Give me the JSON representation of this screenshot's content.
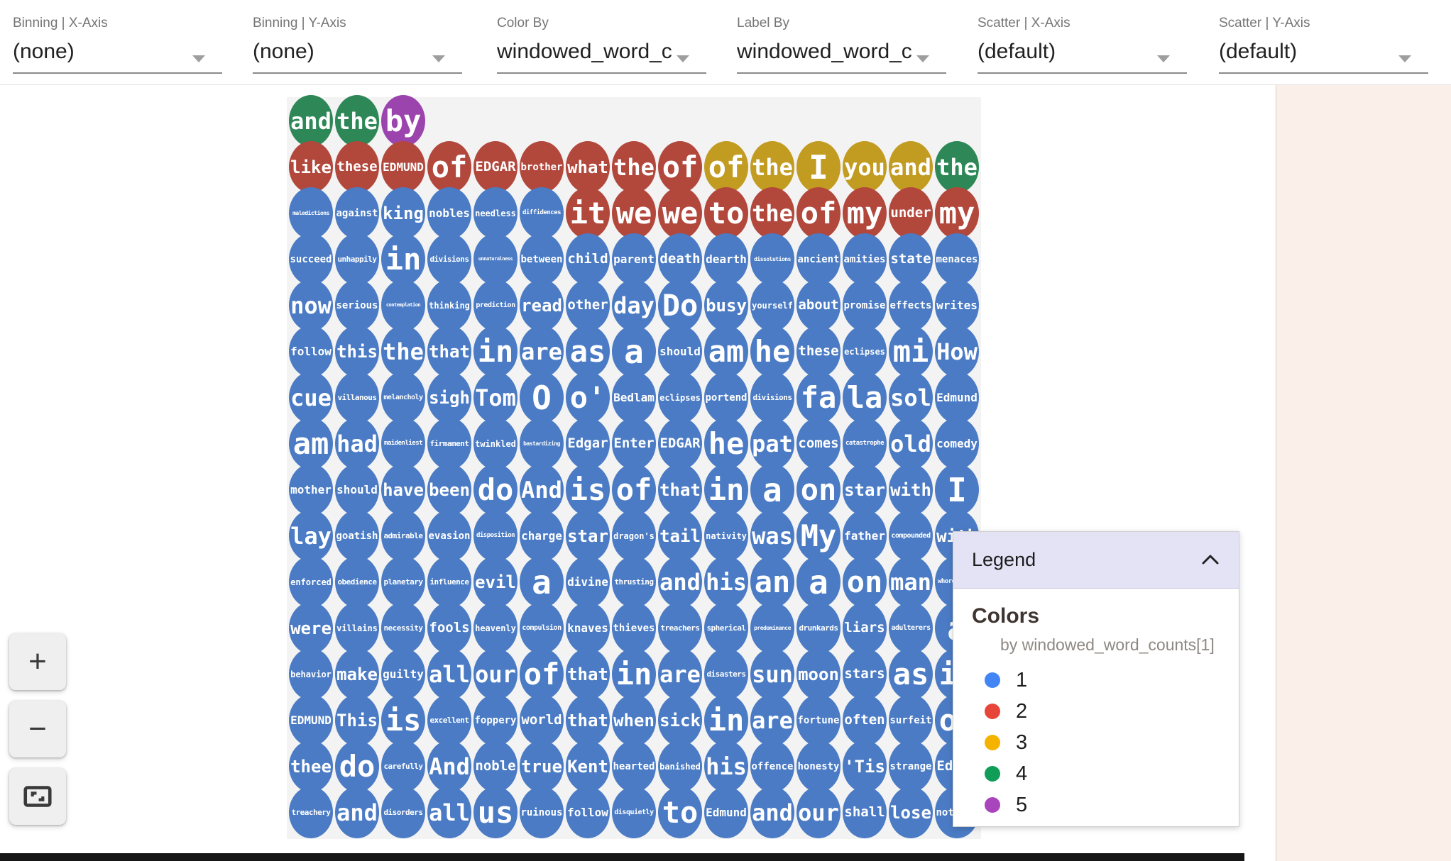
{
  "toolbar": {
    "dropdowns": [
      {
        "name": "binning-x-axis",
        "label": "Binning | X-Axis",
        "value": "(none)"
      },
      {
        "name": "binning-y-axis",
        "label": "Binning | Y-Axis",
        "value": "(none)"
      },
      {
        "name": "color-by",
        "label": "Color By",
        "value": "windowed_word_c"
      },
      {
        "name": "label-by",
        "label": "Label By",
        "value": "windowed_word_c"
      },
      {
        "name": "scatter-x-axis",
        "label": "Scatter | X-Axis",
        "value": "(default)"
      },
      {
        "name": "scatter-y-axis",
        "label": "Scatter | Y-Axis",
        "value": "(default)"
      }
    ]
  },
  "zoom_controls": [
    {
      "name": "zoom-in-button",
      "glyph": "+"
    },
    {
      "name": "zoom-out-button",
      "glyph": "−"
    },
    {
      "name": "fit-to-screen-button",
      "glyph": "fit"
    }
  ],
  "legend": {
    "title": "Legend",
    "section_title": "Colors",
    "subtitle": "by windowed_word_counts[1]",
    "items": [
      {
        "label": "1",
        "color": "#4285f4"
      },
      {
        "label": "2",
        "color": "#e8453a"
      },
      {
        "label": "3",
        "color": "#f5b300"
      },
      {
        "label": "4",
        "color": "#0f9d58"
      },
      {
        "label": "5",
        "color": "#a845bd"
      }
    ]
  },
  "bubble_palette": {
    "1": "#4a7bc4",
    "2": "#b2473c",
    "3": "#c29b21",
    "4": "#2d8756",
    "5": "#9c44ae"
  },
  "grid": {
    "rows": [
      [
        [
          "and",
          4
        ],
        [
          "the",
          4
        ],
        [
          "by",
          5
        ]
      ],
      [
        [
          "like",
          2
        ],
        [
          "these",
          2
        ],
        [
          "EDMUND",
          2
        ],
        [
          "of",
          2
        ],
        [
          "EDGAR",
          2
        ],
        [
          "brother",
          2
        ],
        [
          "what",
          2
        ],
        [
          "the",
          2
        ],
        [
          "of",
          2
        ],
        [
          "of",
          3
        ],
        [
          "the",
          3
        ],
        [
          "I",
          3
        ],
        [
          "you",
          3
        ],
        [
          "and",
          3
        ],
        [
          "the",
          4
        ]
      ],
      [
        [
          "maledictions",
          1
        ],
        [
          "against",
          1
        ],
        [
          "king",
          1
        ],
        [
          "nobles",
          1
        ],
        [
          "needless",
          1
        ],
        [
          "diffidences",
          1
        ],
        [
          "it",
          2
        ],
        [
          "we",
          2
        ],
        [
          "we",
          2
        ],
        [
          "to",
          2
        ],
        [
          "the",
          2
        ],
        [
          "of",
          2
        ],
        [
          "my",
          2
        ],
        [
          "under",
          2
        ],
        [
          "my",
          2
        ]
      ],
      [
        [
          "succeed",
          1
        ],
        [
          "unhappily",
          1
        ],
        [
          "in",
          1
        ],
        [
          "divisions",
          1
        ],
        [
          "unnaturalness",
          1
        ],
        [
          "between",
          1
        ],
        [
          "child",
          1
        ],
        [
          "parent",
          1
        ],
        [
          "death",
          1
        ],
        [
          "dearth",
          1
        ],
        [
          "dissolutions",
          1
        ],
        [
          "ancient",
          1
        ],
        [
          "amities",
          1
        ],
        [
          "state",
          1
        ],
        [
          "menaces",
          1
        ]
      ],
      [
        [
          "now",
          1
        ],
        [
          "serious",
          1
        ],
        [
          "contemplation",
          1
        ],
        [
          "thinking",
          1
        ],
        [
          "prediction",
          1
        ],
        [
          "read",
          1
        ],
        [
          "other",
          1
        ],
        [
          "day",
          1
        ],
        [
          "Do",
          1
        ],
        [
          "busy",
          1
        ],
        [
          "yourself",
          1
        ],
        [
          "about",
          1
        ],
        [
          "promise",
          1
        ],
        [
          "effects",
          1
        ],
        [
          "writes",
          1
        ]
      ],
      [
        [
          "follow",
          1
        ],
        [
          "this",
          1
        ],
        [
          "the",
          1
        ],
        [
          "that",
          1
        ],
        [
          "in",
          1
        ],
        [
          "are",
          1
        ],
        [
          "as",
          1
        ],
        [
          "a",
          1
        ],
        [
          "should",
          1
        ],
        [
          "am",
          1
        ],
        [
          "he",
          1
        ],
        [
          "these",
          1
        ],
        [
          "eclipses",
          1
        ],
        [
          "mi",
          1
        ],
        [
          "How",
          1
        ]
      ],
      [
        [
          "cue",
          1
        ],
        [
          "villanous",
          1
        ],
        [
          "melancholy",
          1
        ],
        [
          "sigh",
          1
        ],
        [
          "Tom",
          1
        ],
        [
          "O",
          1
        ],
        [
          "o'",
          1
        ],
        [
          "Bedlam",
          1
        ],
        [
          "eclipses",
          1
        ],
        [
          "portend",
          1
        ],
        [
          "divisions",
          1
        ],
        [
          "fa",
          1
        ],
        [
          "la",
          1
        ],
        [
          "sol",
          1
        ],
        [
          "Edmund",
          1
        ]
      ],
      [
        [
          "am",
          1
        ],
        [
          "had",
          1
        ],
        [
          "maidenliest",
          1
        ],
        [
          "firmament",
          1
        ],
        [
          "twinkled",
          1
        ],
        [
          "bastardizing",
          1
        ],
        [
          "Edgar",
          1
        ],
        [
          "Enter",
          1
        ],
        [
          "EDGAR",
          1
        ],
        [
          "he",
          1
        ],
        [
          "pat",
          1
        ],
        [
          "comes",
          1
        ],
        [
          "catastrophe",
          1
        ],
        [
          "old",
          1
        ],
        [
          "comedy",
          1
        ]
      ],
      [
        [
          "mother",
          1
        ],
        [
          "should",
          1
        ],
        [
          "have",
          1
        ],
        [
          "been",
          1
        ],
        [
          "do",
          1
        ],
        [
          "And",
          1
        ],
        [
          "is",
          1
        ],
        [
          "of",
          1
        ],
        [
          "that",
          1
        ],
        [
          "in",
          1
        ],
        [
          "a",
          1
        ],
        [
          "on",
          1
        ],
        [
          "star",
          1
        ],
        [
          "with",
          1
        ],
        [
          "I",
          1
        ]
      ],
      [
        [
          "lay",
          1
        ],
        [
          "goatish",
          1
        ],
        [
          "admirable",
          1
        ],
        [
          "evasion",
          1
        ],
        [
          "disposition",
          1
        ],
        [
          "charge",
          1
        ],
        [
          "star",
          1
        ],
        [
          "dragon's",
          1
        ],
        [
          "tail",
          1
        ],
        [
          "nativity",
          1
        ],
        [
          "was",
          1
        ],
        [
          "My",
          1
        ],
        [
          "father",
          1
        ],
        [
          "compounded",
          1
        ],
        [
          "with",
          1
        ]
      ],
      [
        [
          "enforced",
          1
        ],
        [
          "obedience",
          1
        ],
        [
          "planetary",
          1
        ],
        [
          "influence",
          1
        ],
        [
          "evil",
          1
        ],
        [
          "a",
          1
        ],
        [
          "divine",
          1
        ],
        [
          "thrusting",
          1
        ],
        [
          "and",
          1
        ],
        [
          "his",
          1
        ],
        [
          "an",
          1
        ],
        [
          "a",
          1
        ],
        [
          "on",
          1
        ],
        [
          "man",
          1
        ],
        [
          "whoremaster",
          1
        ]
      ],
      [
        [
          "were",
          1
        ],
        [
          "villains",
          1
        ],
        [
          "necessity",
          1
        ],
        [
          "fools",
          1
        ],
        [
          "heavenly",
          1
        ],
        [
          "compulsion",
          1
        ],
        [
          "knaves",
          1
        ],
        [
          "thieves",
          1
        ],
        [
          "treachers",
          1
        ],
        [
          "spherical",
          1
        ],
        [
          "predominance",
          1
        ],
        [
          "drunkards",
          1
        ],
        [
          "liars",
          1
        ],
        [
          "adulterers",
          1
        ],
        [
          "a",
          1
        ]
      ],
      [
        [
          "behavior",
          1
        ],
        [
          "make",
          1
        ],
        [
          "guilty",
          1
        ],
        [
          "all",
          1
        ],
        [
          "our",
          1
        ],
        [
          "of",
          1
        ],
        [
          "that",
          1
        ],
        [
          "in",
          1
        ],
        [
          "are",
          1
        ],
        [
          "disasters",
          1
        ],
        [
          "sun",
          1
        ],
        [
          "moon",
          1
        ],
        [
          "stars",
          1
        ],
        [
          "as",
          1
        ],
        [
          "if",
          1
        ]
      ],
      [
        [
          "EDMUND",
          1
        ],
        [
          "This",
          1
        ],
        [
          "is",
          1
        ],
        [
          "excellent",
          1
        ],
        [
          "foppery",
          1
        ],
        [
          "world",
          1
        ],
        [
          "that",
          1
        ],
        [
          "when",
          1
        ],
        [
          "sick",
          1
        ],
        [
          "in",
          1
        ],
        [
          "are",
          1
        ],
        [
          "fortune",
          1
        ],
        [
          "often",
          1
        ],
        [
          "surfeit",
          1
        ],
        [
          "of",
          1
        ]
      ],
      [
        [
          "thee",
          1
        ],
        [
          "do",
          1
        ],
        [
          "carefully",
          1
        ],
        [
          "And",
          1
        ],
        [
          "noble",
          1
        ],
        [
          "true",
          1
        ],
        [
          "Kent",
          1
        ],
        [
          "hearted",
          1
        ],
        [
          "banished",
          1
        ],
        [
          "his",
          1
        ],
        [
          "offence",
          1
        ],
        [
          "honesty",
          1
        ],
        [
          "'Tis",
          1
        ],
        [
          "strange",
          1
        ],
        [
          "Edgar",
          1
        ]
      ],
      [
        [
          "treachery",
          1
        ],
        [
          "and",
          1
        ],
        [
          "disorders",
          1
        ],
        [
          "all",
          1
        ],
        [
          "us",
          1
        ],
        [
          "ruinous",
          1
        ],
        [
          "follow",
          1
        ],
        [
          "disquietly",
          1
        ],
        [
          "to",
          1
        ],
        [
          "Edmund",
          1
        ],
        [
          "and",
          1
        ],
        [
          "our",
          1
        ],
        [
          "shall",
          1
        ],
        [
          "lose",
          1
        ],
        [
          "nothing",
          1
        ]
      ]
    ]
  }
}
